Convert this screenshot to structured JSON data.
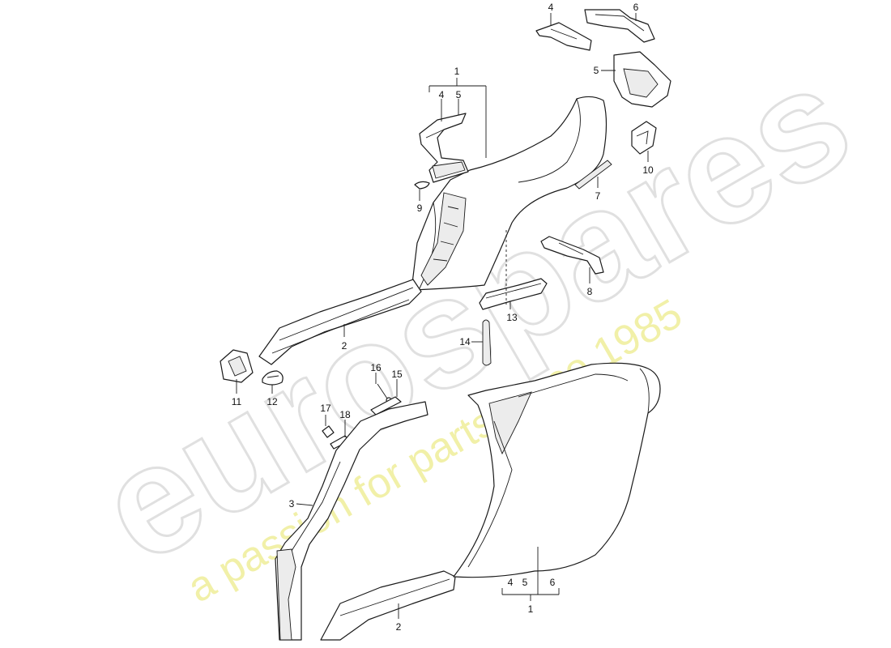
{
  "watermark": {
    "brand": "eurospares",
    "tagline": "a passion for parts since 1985",
    "tagline_color": "#f1f0a8",
    "brand_outline_color": "#e0e0e0"
  },
  "callouts": {
    "top_group_1": {
      "number": "1",
      "sub_a": "4",
      "sub_b": "5"
    },
    "top_right_4": "4",
    "top_right_6": "6",
    "top_right_5": "5",
    "bracket_10": "10",
    "strip_7": "7",
    "piece_9": "9",
    "bracket_8": "8",
    "sill_upper_2": "2",
    "rail_13": "13",
    "seal_14": "14",
    "bracket_11": "11",
    "clip_12": "12",
    "rod_16": "16",
    "bracket_15": "15",
    "clip_17": "17",
    "plate_18": "18",
    "inner_panel_3": "3",
    "bottom_group_1": {
      "number": "1",
      "sub_a": "4",
      "sub_b": "5",
      "sub_c": "6"
    },
    "sill_lower_2": "2"
  }
}
